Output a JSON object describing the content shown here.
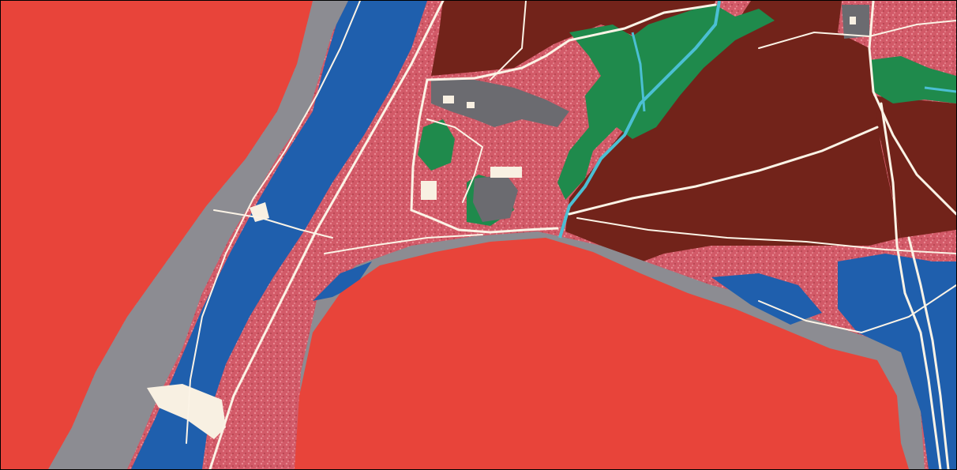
{
  "map": {
    "type": "land-cover classification overlay on infrared satellite imagery",
    "legend_shown": false,
    "classes": [
      {
        "name": "water",
        "color": "#e8443a"
      },
      {
        "name": "shallow-water",
        "color": "#1f5fad"
      },
      {
        "name": "shoreline-mudflat",
        "color": "#8c8c92"
      },
      {
        "name": "wetland-vegetation",
        "color": "#d25a68"
      },
      {
        "name": "cultivated-field",
        "color": "#72231a"
      },
      {
        "name": "forest",
        "color": "#1f8a4c"
      },
      {
        "name": "built-up",
        "color": "#6b6b70"
      },
      {
        "name": "bare-sand",
        "color": "#f8f0e2"
      },
      {
        "name": "canal",
        "color": "#4bbfd3"
      },
      {
        "name": "road",
        "color": "#fbf3e6"
      }
    ]
  }
}
